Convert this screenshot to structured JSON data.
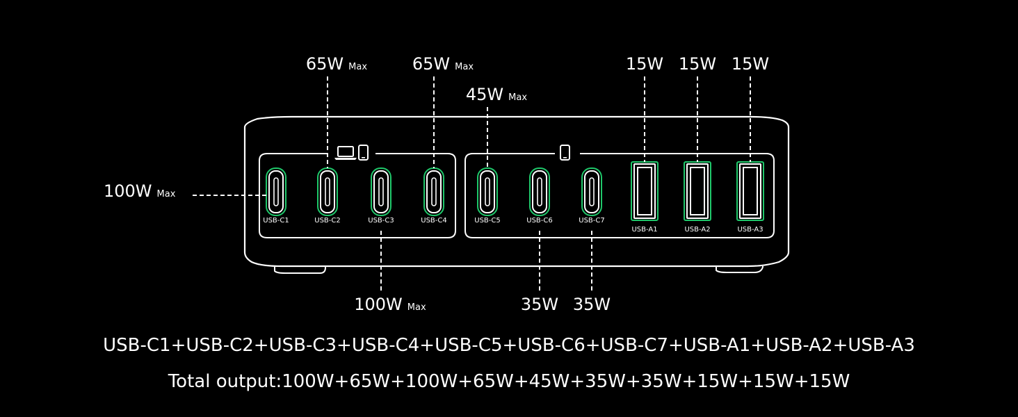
{
  "colors": {
    "background": "#000000",
    "outline": "#ffffff",
    "port_glow": "#1fc76a"
  },
  "icons": {
    "laptop": "laptop-icon",
    "phone": "phone-icon"
  },
  "ports": [
    {
      "id": "USB-C1",
      "type": "c",
      "watt": "100W",
      "max": "Max"
    },
    {
      "id": "USB-C2",
      "type": "c",
      "watt": "65W",
      "max": "Max"
    },
    {
      "id": "USB-C3",
      "type": "c",
      "watt": "100W",
      "max": "Max"
    },
    {
      "id": "USB-C4",
      "type": "c",
      "watt": "65W",
      "max": "Max"
    },
    {
      "id": "USB-C5",
      "type": "c",
      "watt": "45W",
      "max": "Max"
    },
    {
      "id": "USB-C6",
      "type": "c",
      "watt": "35W",
      "max": ""
    },
    {
      "id": "USB-C7",
      "type": "c",
      "watt": "35W",
      "max": ""
    },
    {
      "id": "USB-A1",
      "type": "a",
      "watt": "15W",
      "max": ""
    },
    {
      "id": "USB-A2",
      "type": "a",
      "watt": "15W",
      "max": ""
    },
    {
      "id": "USB-A3",
      "type": "a",
      "watt": "15W",
      "max": ""
    }
  ],
  "footer": {
    "line1": "USB-C1+USB-C2+USB-C3+USB-C4+USB-C5+USB-C6+USB-C7+USB-A1+USB-A2+USB-A3",
    "line2": "Total output:100W+65W+100W+65W+45W+35W+35W+15W+15W+15W"
  }
}
